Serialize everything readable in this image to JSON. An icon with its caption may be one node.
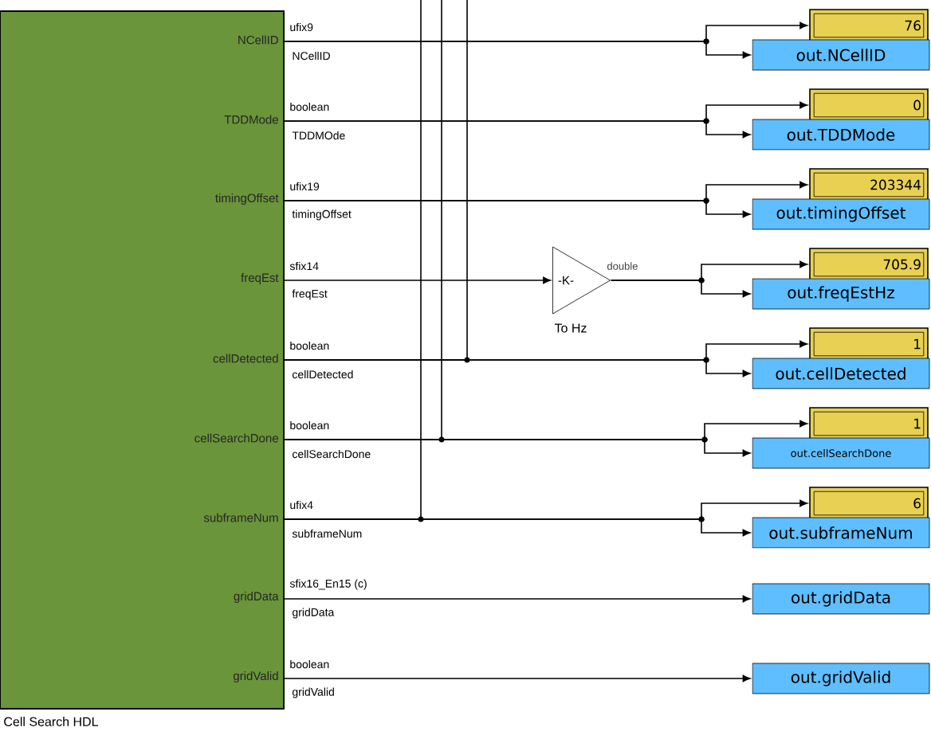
{
  "diagram": {
    "nodes": [
      {
        "text": [
          "NCellID",
          "TDDMode",
          "timingOffset",
          "freqEst",
          "cellDetected",
          "cellSearchDone",
          "subframeNum",
          "gridData",
          "gridValid"
        ],
        "beside": [
          "Cell Search HDL"
        ]
      },
      {
        "text": [
          "-K-"
        ],
        "beside": [
          "To Hz"
        ]
      },
      {
        "text": [
          "76"
        ]
      },
      {
        "text": [
          "out.NCellID"
        ]
      },
      {
        "text": [
          "0"
        ]
      },
      {
        "text": [
          "out.TDDMode"
        ]
      },
      {
        "text": [
          "203344"
        ]
      },
      {
        "text": [
          "out.timingOffset"
        ]
      },
      {
        "text": [
          "705.9"
        ]
      },
      {
        "text": [
          "out.freqEstHz"
        ]
      },
      {
        "text": [
          "1"
        ]
      },
      {
        "text": [
          "out.cellDetected"
        ]
      },
      {
        "text": [
          "1"
        ]
      },
      {
        "text": [
          "out.cellSearchDone"
        ]
      },
      {
        "text": [
          "6"
        ]
      },
      {
        "text": [
          "out.subframeNum"
        ]
      },
      {
        "text": [
          "out.gridData"
        ]
      },
      {
        "text": [
          "out.gridValid"
        ]
      }
    ],
    "edges": [
      {
        "from": 0,
        "to": 2,
        "arrow": "to",
        "label": "ufix9"
      },
      {
        "from": 0,
        "to": 3,
        "arrow": "to"
      },
      {
        "from": 0,
        "to": 4,
        "arrow": "to",
        "label": "boolean"
      },
      {
        "from": 0,
        "to": 5,
        "arrow": "to"
      },
      {
        "from": 0,
        "to": 6,
        "arrow": "to",
        "label": "ufix19"
      },
      {
        "from": 0,
        "to": 7,
        "arrow": "to"
      },
      {
        "from": 0,
        "to": 1,
        "arrow": "to",
        "label": "sfix14"
      },
      {
        "from": 1,
        "to": 8,
        "arrow": "to",
        "label": "double"
      },
      {
        "from": 1,
        "to": 9,
        "arrow": "to"
      },
      {
        "from": 0,
        "to": 10,
        "arrow": "to",
        "label": "boolean"
      },
      {
        "from": 0,
        "to": 11,
        "arrow": "to"
      },
      {
        "from": 0,
        "to": 12,
        "arrow": "to",
        "label": "boolean"
      },
      {
        "from": 0,
        "to": 13,
        "arrow": "to"
      },
      {
        "from": 0,
        "to": 14,
        "arrow": "to",
        "label": "ufix4"
      },
      {
        "from": 0,
        "to": 15,
        "arrow": "to"
      },
      {
        "from": 0,
        "to": 16,
        "arrow": "to",
        "label": "sfix16_En15 (c)"
      },
      {
        "from": 0,
        "to": 17,
        "arrow": "to",
        "label": "boolean"
      },
      {
        "from": 0,
        "to": null,
        "arrow": "none"
      },
      {
        "from": 0,
        "to": null,
        "arrow": "none"
      },
      {
        "from": 0,
        "to": null,
        "arrow": "none"
      }
    ],
    "labels": [
      "NCellID",
      "TDDMOde",
      "timingOffset",
      "freqEst",
      "cellDetected",
      "cellSearchDone",
      "subframeNum",
      "gridData",
      "gridValid"
    ]
  }
}
